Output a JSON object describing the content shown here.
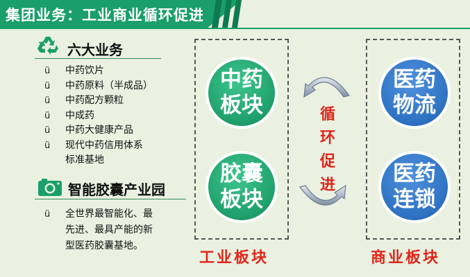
{
  "header": {
    "title": "集团业务：工业商业循环促进"
  },
  "six_businesses": {
    "title": "六大业务",
    "icon": "recycle-icon",
    "bullet": "ü",
    "items": [
      "中药饮片",
      "中药原料（半成品）",
      "中药配方颗粒",
      "中成药",
      "中药大健康产品",
      "现代中药信用体系",
      "标准基地"
    ]
  },
  "capsule_park": {
    "title": "智能胶囊产业园",
    "icon": "camera-icon",
    "bullet": "ü",
    "lines": [
      "全世界最智能化、最",
      "先进、最具产能的新",
      "型医药胶囊基地。"
    ]
  },
  "industrial_panel": {
    "label": "工业板块",
    "circles": [
      {
        "line1": "中药",
        "line2": "板块"
      },
      {
        "line1": "胶囊",
        "line2": "板块"
      }
    ]
  },
  "cycle": {
    "chars": [
      "循",
      "环",
      "促",
      "进"
    ]
  },
  "commercial_panel": {
    "label": "商业板块",
    "circles": [
      {
        "line1": "医药",
        "line2": "物流"
      },
      {
        "line1": "医药",
        "line2": "连锁"
      }
    ]
  },
  "colors": {
    "green": "#1f9f6b",
    "blue": "#2e71c2",
    "red": "#e0251b",
    "title_bar": "#1a9f6a"
  }
}
